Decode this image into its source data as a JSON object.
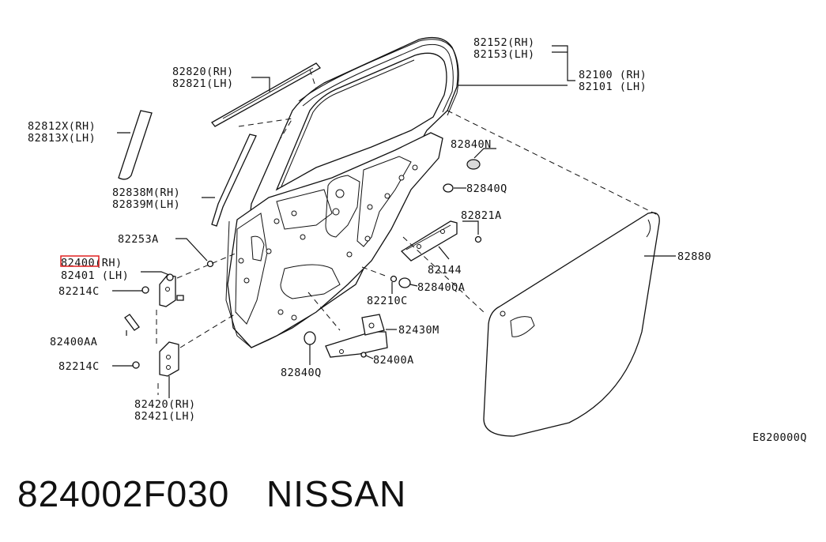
{
  "labels": {
    "p82152": "82152(RH)",
    "p82153": "82153(LH)",
    "p82100": "82100 (RH)",
    "p82101": "82101 (LH)",
    "p82820": "82820(RH)",
    "p82821": "82821(LH)",
    "p82812x": "82812X(RH)",
    "p82813x": "82813X(LH)",
    "p82840n": "82840N",
    "p82840q_a": "82840Q",
    "p82821a": "82821A",
    "p82838m": "82838M(RH)",
    "p82839m": "82839M(LH)",
    "p82253a": "82253A",
    "p82880": "82880",
    "p82400": "82400(RH)",
    "p82401": "82401 (LH)",
    "p82144": "82144",
    "p82840qa": "82840QA",
    "p82214c_a": "82214C",
    "p82210c": "82210C",
    "p82430m": "82430M",
    "p82400aa": "82400AA",
    "p82400a": "82400A",
    "p82214c_b": "82214C",
    "p82840q_b": "82840Q",
    "p82420": "82420(RH)",
    "p82421": "82421(LH)",
    "diagram_code": "E820000Q"
  },
  "highlight_color": "#e02020",
  "footer": {
    "part_number": "824002F030",
    "brand": "NISSAN"
  }
}
